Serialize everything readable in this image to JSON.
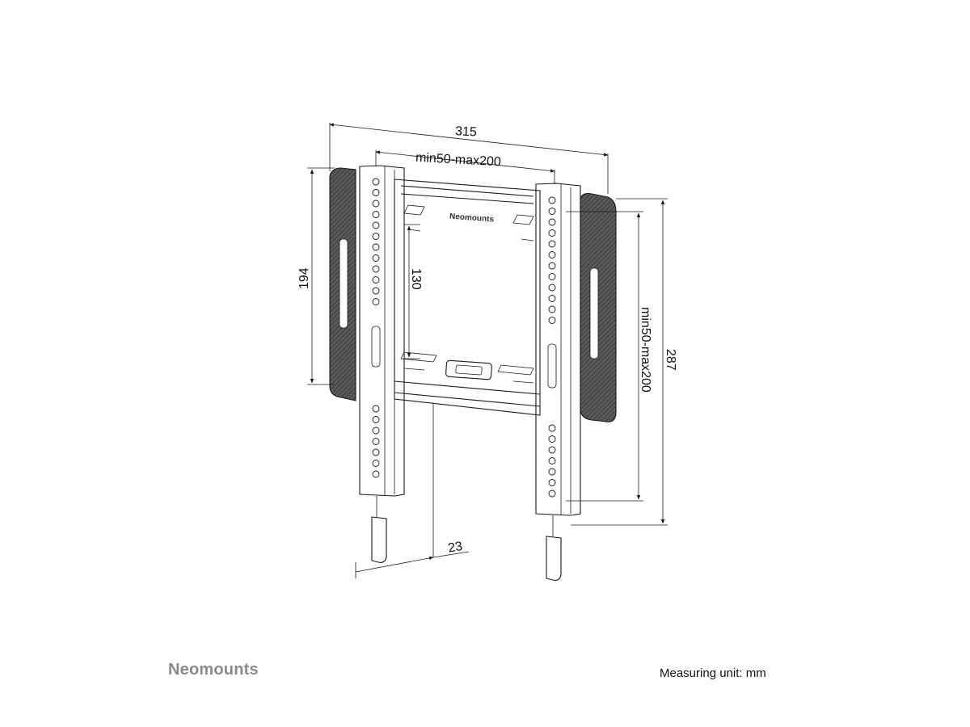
{
  "dimensions": {
    "overall_width": "315",
    "horizontal_vesa": "min50-max200",
    "pad_height": "194",
    "frame_inner_height": "130",
    "vertical_vesa": "min50-max200",
    "overall_height": "287",
    "wall_distance": "23"
  },
  "product_label": "Neomounts",
  "footer": {
    "brand": "Neomounts",
    "unit": "Measuring unit: mm"
  },
  "colors": {
    "line": "#1a1a1a",
    "pad_fill": "#3a3a3a",
    "brand_gray": "#8a8a8a"
  }
}
